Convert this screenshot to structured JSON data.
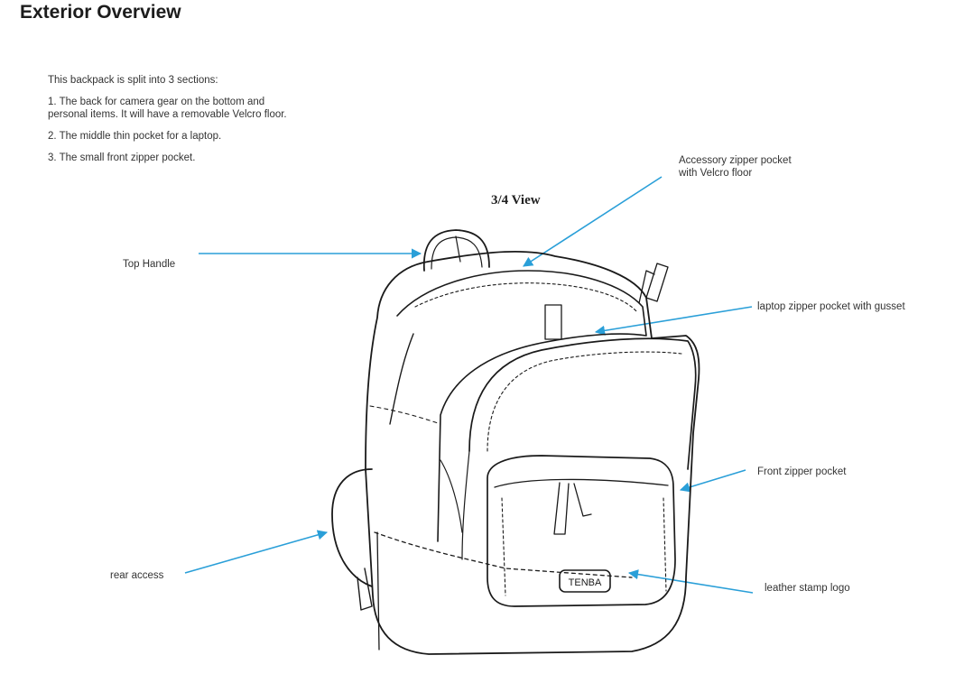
{
  "title": "Exterior Overview",
  "intro": {
    "heading": "This backpack is split into 3 sections:",
    "items": [
      "1. The back for camera gear on the bottom and personal items. It will have a removable Velcro floor.",
      "2. The middle thin pocket for a laptop.",
      "3. The small front zipper pocket."
    ]
  },
  "view_label": "3/4 View",
  "callouts": {
    "accessory": "Accessory zipper pocket\nwith Velcro floor",
    "top_handle": "Top Handle",
    "laptop": "laptop zipper pocket with gusset",
    "front": "Front zipper pocket",
    "rear": "rear access",
    "logo": "leather stamp logo"
  },
  "sketch_logo_text": "TENBA",
  "colors": {
    "arrow": "#2a9fd8",
    "ink": "#1a1a1a"
  }
}
